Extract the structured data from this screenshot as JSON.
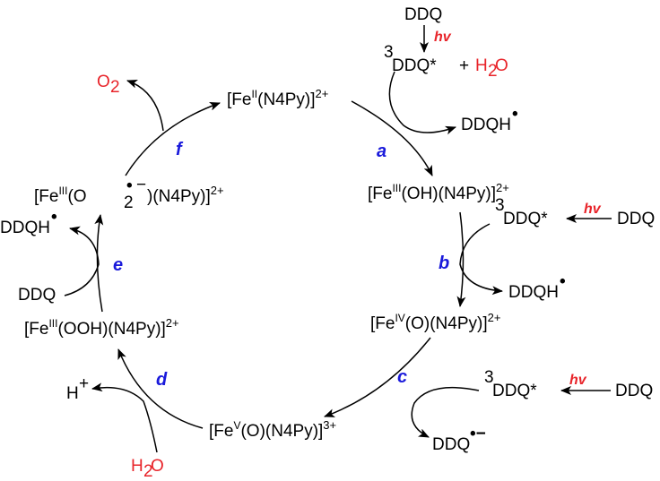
{
  "species": {
    "fe2": {
      "pre": "[Fe",
      "ox": "II",
      "post": "(N4Py)]",
      "charge": "2+"
    },
    "fe3_oh": {
      "pre": "[Fe",
      "ox": "III",
      "post": "(OH)(N4Py)]",
      "charge": "2+"
    },
    "fe4_o": {
      "pre": "[Fe",
      "ox": "IV",
      "post": "(O)(N4Py)]",
      "charge": "2+"
    },
    "fe5_o": {
      "pre": "[Fe",
      "ox": "V",
      "post": "(O)(N4Py)]",
      "charge": "3+"
    },
    "fe3_ooh": {
      "pre": "[Fe",
      "ox": "III",
      "post": "(OOH)(N4Py)]",
      "charge": "2+"
    },
    "fe3_o2": {
      "pre": "[Fe",
      "ox": "III",
      "mid1": "(O",
      "rad": "•",
      "sub": "2",
      "minus": "−",
      "post": ")(N4Py)]",
      "charge": "2+"
    }
  },
  "reagents": {
    "ddq": "DDQ",
    "triplet_sup": "3",
    "triplet_body": "DDQ*",
    "ddqh": "DDQH",
    "radical": "•",
    "ddq_radical_anion_dot": "•−",
    "plus": "+",
    "water_h": "H",
    "water_sub": "2",
    "water_o": "O",
    "oxygen_o": "O",
    "oxygen_sub": "2",
    "proton_h": "H",
    "proton_sup": "+"
  },
  "light": "hv",
  "steps": [
    "a",
    "b",
    "c",
    "d",
    "e",
    "f"
  ],
  "colors": {
    "highlight": "#e8242a",
    "step": "#1a1adb",
    "text": "#000000"
  }
}
